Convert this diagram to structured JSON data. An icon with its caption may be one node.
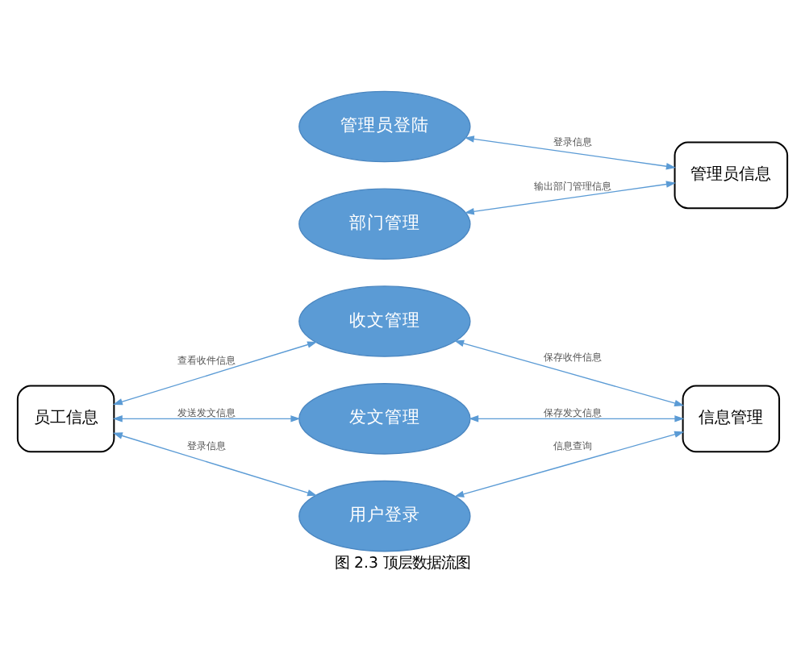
{
  "diagram": {
    "caption": "图 2.3 顶层数据流图",
    "nodes": [
      {
        "text": [
          "员工信息"
        ]
      },
      {
        "text": [
          "管理员登陆"
        ]
      },
      {
        "text": [
          "管理员信息"
        ]
      },
      {
        "text": [
          "部门管理"
        ]
      },
      {
        "text": [
          "收文管理"
        ]
      },
      {
        "text": [
          "发文管理"
        ]
      },
      {
        "text": [
          "信息管理"
        ]
      },
      {
        "text": [
          "用户登录"
        ]
      }
    ],
    "edges": [
      {
        "from": 1,
        "to": 2,
        "arrow": "both",
        "label": "登录信息"
      },
      {
        "from": 3,
        "to": 2,
        "arrow": "both",
        "label": "输出部门管理信息"
      },
      {
        "from": 0,
        "to": 4,
        "arrow": "both",
        "label": "查看收件信息"
      },
      {
        "from": 4,
        "to": 6,
        "arrow": "both",
        "label": "保存收件信息"
      },
      {
        "from": 0,
        "to": 5,
        "arrow": "both",
        "label": "发送发文信息"
      },
      {
        "from": 5,
        "to": 6,
        "arrow": "both",
        "label": "保存发文信息"
      },
      {
        "from": 0,
        "to": 7,
        "arrow": "both",
        "label": "登录信息"
      },
      {
        "from": 7,
        "to": 6,
        "arrow": "both",
        "label": "信息查询"
      }
    ]
  }
}
